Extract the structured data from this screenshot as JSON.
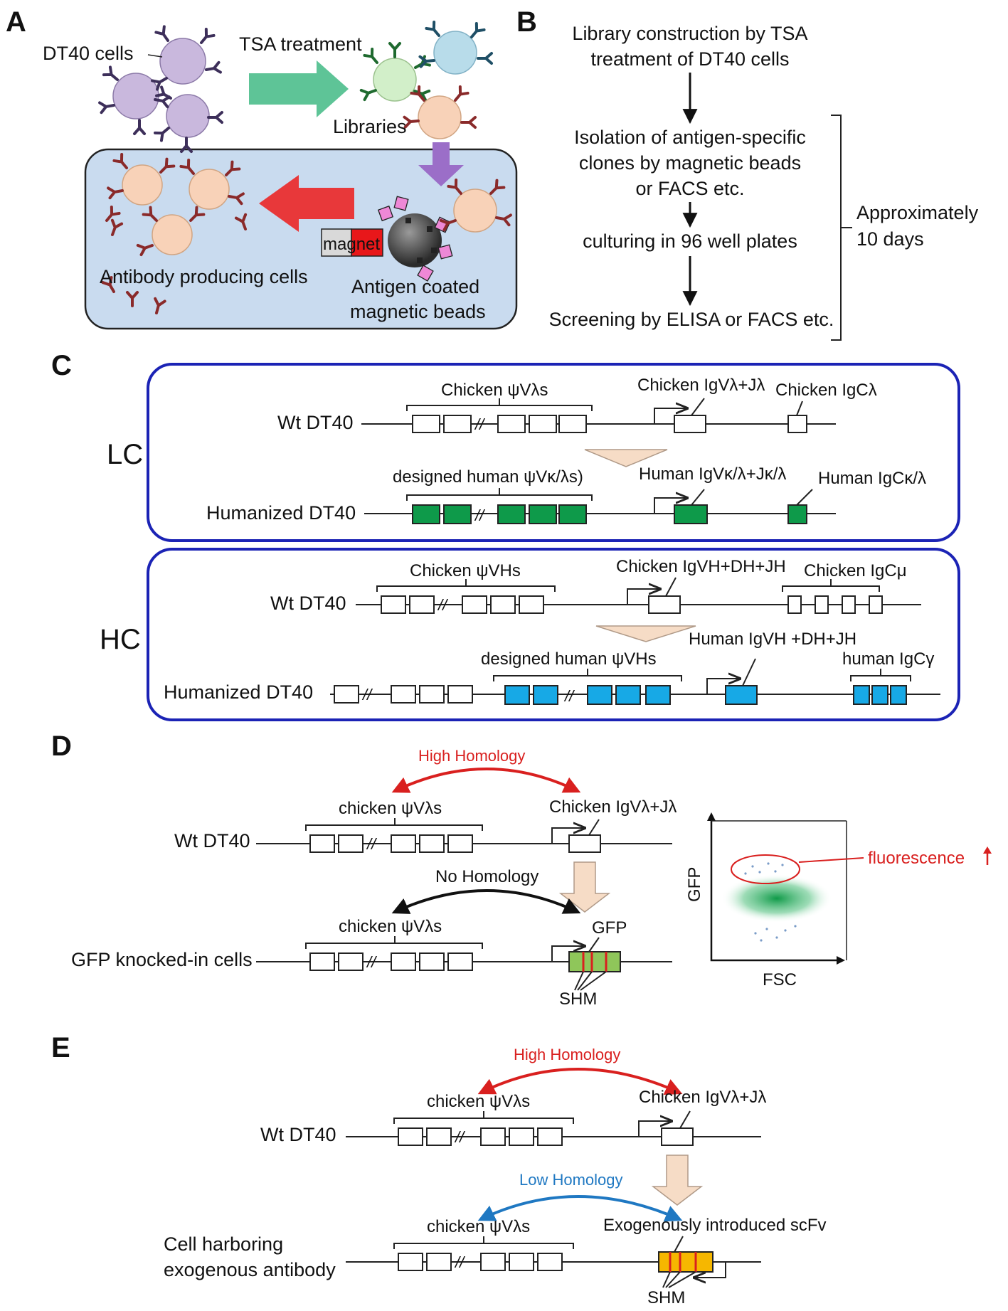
{
  "colors": {
    "cell_purple": "#c9b8dd",
    "cell_green": "#d2efc9",
    "cell_blue": "#b8dcea",
    "cell_orange": "#f8d2b8",
    "antibody_purple": "#3d2f5a",
    "antibody_red": "#8a2a2a",
    "box_blue": "#c9dbef",
    "arrow_green": "#5ec497",
    "arrow_purple": "#9b6ec8",
    "arrow_red": "#e8383a",
    "segment_green": "#0e9a4a",
    "segment_blue": "#17a9e6",
    "segment_lightgreen": "#8fc65a",
    "segment_yellow": "#f6b700",
    "high_homology": "#d9201f",
    "low_homology": "#1f78c2",
    "panel_border": "#1b23b5",
    "magnet_red": "#e8171a",
    "bead_pink": "#ee88d6"
  },
  "panels": {
    "A": {
      "letter": "A",
      "dt40_cells": "DT40 cells",
      "tsa_treatment": "TSA treatment",
      "libraries": "Libraries",
      "magnet": "magnet",
      "antibody_producing_cells": "Antibody producing cells",
      "antigen_beads_line1": "Antigen coated",
      "antigen_beads_line2": "magnetic beads"
    },
    "B": {
      "letter": "B",
      "steps": [
        [
          "Library construction by TSA",
          "treatment of DT40 cells"
        ],
        [
          "Isolation of antigen-specific",
          "clones by magnetic beads",
          "or FACS etc."
        ],
        [
          "culturing in 96 well plates"
        ],
        [
          "Screening by ELISA or FACS etc."
        ]
      ],
      "duration_line1": "Approximately",
      "duration_line2": "10 days"
    },
    "C": {
      "letter": "C",
      "lc_label": "LC",
      "hc_label": "HC",
      "wt": "Wt DT40",
      "humanized": "Humanized DT40",
      "lc_wt_pseudo": "Chicken ψVλs",
      "lc_wt_v": "Chicken IgVλ+Jλ",
      "lc_wt_c": "Chicken IgCλ",
      "lc_hu_pseudo": "designed human ψVκ/λs)",
      "lc_hu_v": "Human IgVκ/λ+Jκ/λ",
      "lc_hu_c": "Human IgCκ/λ",
      "hc_wt_pseudo": "Chicken ψVHs",
      "hc_wt_v": "Chicken IgVH+DH+JH",
      "hc_wt_c": "Chicken IgCμ",
      "hc_hu_pseudo": "designed human ψVHs",
      "hc_hu_v": "Human IgVH +DH+JH",
      "hc_hu_c": "human IgCγ"
    },
    "D": {
      "letter": "D",
      "high_homology": "High Homology",
      "no_homology": "No Homology",
      "pseudo": "chicken ψVλs",
      "v": "Chicken IgVλ+Jλ",
      "wt": "Wt DT40",
      "gfp_cells": "GFP knocked-in cells",
      "gfp": "GFP",
      "shm": "SHM",
      "plot_y": "GFP",
      "plot_x": "FSC",
      "fluorescence": "fluorescence"
    },
    "E": {
      "letter": "E",
      "high_homology": "High Homology",
      "low_homology": "Low Homology",
      "pseudo": "chicken ψVλs",
      "v": "Chicken IgVλ+Jλ",
      "wt": "Wt DT40",
      "cell_line1": "Cell harboring",
      "cell_line2": "exogenous antibody",
      "scfv": "Exogenously introduced scFv",
      "shm": "SHM"
    }
  }
}
